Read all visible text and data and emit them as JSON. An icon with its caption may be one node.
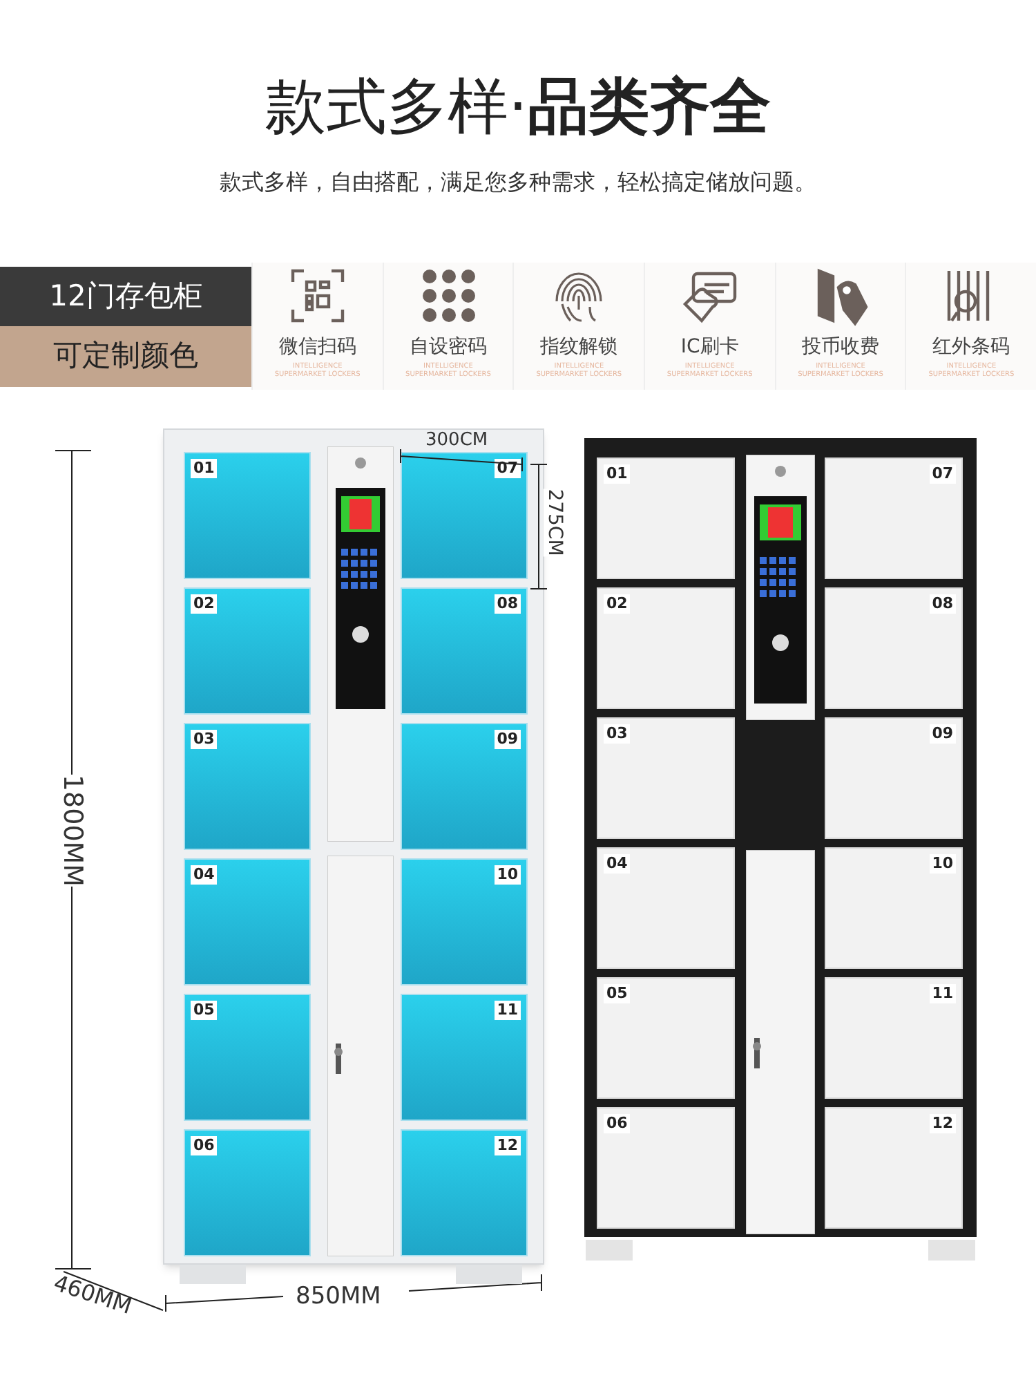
{
  "diagram": {
    "title": "款式多样·**品类齐全**",
    "nodes": [
      {
        "text": [
          "12门存包柜"
        ]
      },
      {
        "text": [
          "可定制颜色"
        ]
      },
      {
        "text": [],
        "shape": "box"
      },
      {
        "text": [
          "01"
        ],
        "in": 2
      },
      {
        "text": [
          "02"
        ],
        "in": 2
      },
      {
        "text": [
          "03"
        ],
        "in": 2
      },
      {
        "text": [
          "04"
        ],
        "in": 2
      },
      {
        "text": [
          "05"
        ],
        "in": 2
      },
      {
        "text": [
          "06"
        ],
        "in": 2
      },
      {
        "text": [
          "07"
        ],
        "in": 2
      },
      {
        "text": [
          "08"
        ],
        "in": 2
      },
      {
        "text": [
          "09"
        ],
        "in": 2
      },
      {
        "text": [
          "10"
        ],
        "in": 2
      },
      {
        "text": [
          "11"
        ],
        "in": 2
      },
      {
        "text": [
          "12"
        ],
        "in": 2
      },
      {
        "text": [],
        "shape": "box"
      },
      {
        "text": [
          "01"
        ],
        "in": 15
      },
      {
        "text": [
          "02"
        ],
        "in": 15
      },
      {
        "text": [
          "03"
        ],
        "in": 15
      },
      {
        "text": [
          "04"
        ],
        "in": 15
      },
      {
        "text": [
          "05"
        ],
        "in": 15
      },
      {
        "text": [
          "06"
        ],
        "in": 15
      },
      {
        "text": [
          "07"
        ],
        "in": 15
      },
      {
        "text": [
          "08"
        ],
        "in": 15
      },
      {
        "text": [
          "09"
        ],
        "in": 15
      },
      {
        "text": [
          "10"
        ],
        "in": 15
      },
      {
        "text": [
          "11"
        ],
        "in": 15
      },
      {
        "text": [
          "12"
        ],
        "in": 15
      }
    ],
    "edges": [],
    "labels": [
      "款式多样，自由搭配，满足您多种需求，轻松搞定储放问题。",
      "微信扫码",
      "INTELLIGENCE SUPERMARKET LOCKERS",
      "自设密码",
      "INTELLIGENCE SUPERMARKET LOCKERS",
      "指纹解锁",
      "INTELLIGENCE SUPERMARKET LOCKERS",
      "IC刷卡",
      "INTELLIGENCE SUPERMARKET LOCKERS",
      "投币收费",
      "INTELLIGENCE SUPERMARKET LOCKERS",
      "红外条码",
      "INTELLIGENCE SUPERMARKET LOCKERS",
      "300CM",
      "275CM",
      "1800MM",
      "460MM",
      "850MM"
    ]
  }
}
